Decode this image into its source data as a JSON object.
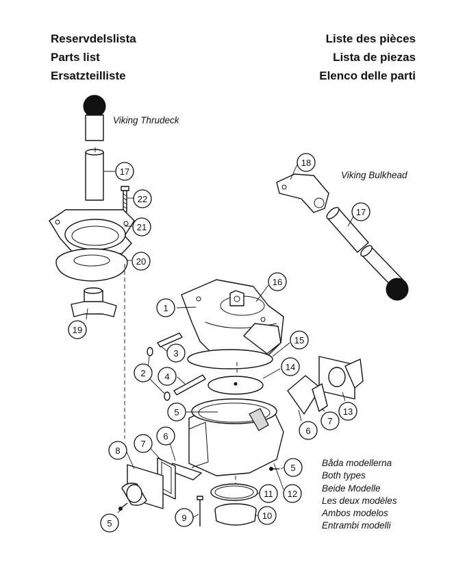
{
  "header": {
    "left": [
      "Reservdelslista",
      "Parts list",
      "Ersatzteilliste"
    ],
    "right": [
      "Liste des pièces",
      "Lista de piezas",
      "Elenco delle parti"
    ]
  },
  "labels": {
    "thrudeck": "Viking Thrudeck",
    "bulkhead": "Viking Bulkhead"
  },
  "both_types": [
    "Båda modellerna",
    "Both types",
    "Beide Modelle",
    "Les deux modèles",
    "Ambos modelos",
    "Entrambi modelli"
  ],
  "callouts": [
    {
      "id": "c18",
      "text": "18"
    },
    {
      "id": "c17a",
      "text": "17"
    },
    {
      "id": "c22",
      "text": "22"
    },
    {
      "id": "c21",
      "text": "21"
    },
    {
      "id": "c20",
      "text": "20"
    },
    {
      "id": "c19",
      "text": "19"
    },
    {
      "id": "c17b",
      "text": "17"
    },
    {
      "id": "c16",
      "text": "16"
    },
    {
      "id": "c1",
      "text": "1"
    },
    {
      "id": "c15",
      "text": "15"
    },
    {
      "id": "c3",
      "text": "3"
    },
    {
      "id": "c14",
      "text": "14"
    },
    {
      "id": "c2",
      "text": "2"
    },
    {
      "id": "c4",
      "text": "4"
    },
    {
      "id": "c13",
      "text": "13"
    },
    {
      "id": "c5a",
      "text": "5"
    },
    {
      "id": "c7a",
      "text": "7"
    },
    {
      "id": "c6a",
      "text": "6"
    },
    {
      "id": "c8",
      "text": "8"
    },
    {
      "id": "c7b",
      "text": "7"
    },
    {
      "id": "c6b",
      "text": "6"
    },
    {
      "id": "c5b",
      "text": "5"
    },
    {
      "id": "c12",
      "text": "12"
    },
    {
      "id": "c11",
      "text": "11"
    },
    {
      "id": "c9",
      "text": "9"
    },
    {
      "id": "c10",
      "text": "10"
    },
    {
      "id": "c5c",
      "text": "5"
    }
  ]
}
